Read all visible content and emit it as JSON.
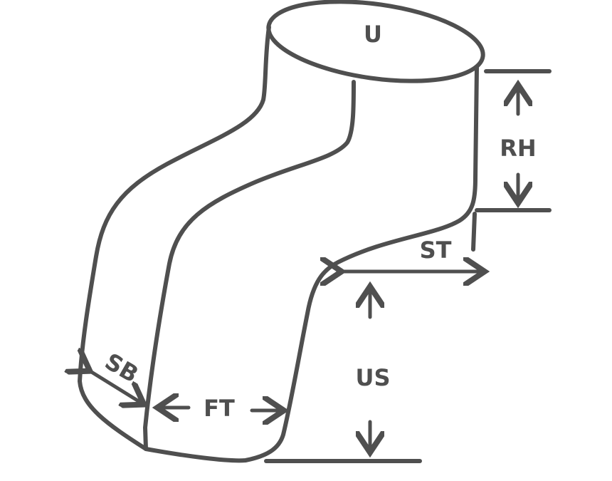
{
  "diagram": {
    "labels": {
      "top": "U",
      "rear_height": "RH",
      "step": "ST",
      "upper_step": "US",
      "front": "FT",
      "side_base": "SB"
    },
    "colors": {
      "stroke": "#4f4f4f",
      "background": "#ffffff"
    }
  }
}
